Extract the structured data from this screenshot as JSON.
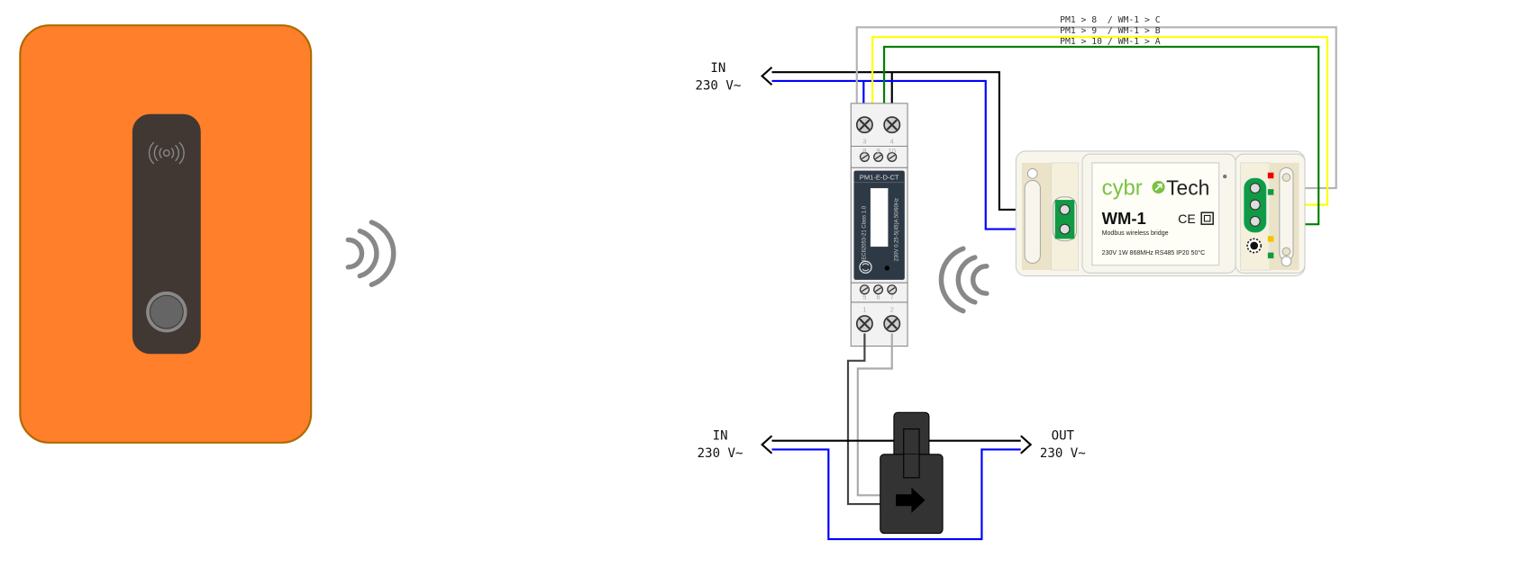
{
  "supply_in_top": {
    "line1": "IN",
    "line2": "230 V~"
  },
  "supply_in_bottom": {
    "line1": "IN",
    "line2": "230 V~"
  },
  "supply_out": {
    "line1": "OUT",
    "line2": "230 V~"
  },
  "bus_labels": [
    "PM1 > 8  / WM-1 > C",
    "PM1 > 9  / WM-1 > B",
    "PM1 > 10 / WM-1 > A"
  ],
  "meter": {
    "model": "PM1-E-D-CT",
    "standard": "IEC62053-21 Class 1.0",
    "rating": "230V 0.25-5(45)A 50/60Hz",
    "terminals_top": [
      "3",
      "4"
    ],
    "terminals_signal": [
      "8",
      "9",
      "10"
    ],
    "terminals_aux": [
      "5",
      "6",
      "7"
    ],
    "terminals_bottom": [
      "1",
      "2"
    ]
  },
  "bridge": {
    "brand_a": "cybr",
    "brand_b": "Tech",
    "model": "WM-1",
    "ce_mark": "CE",
    "description": "Modbus wireless bridge",
    "specs": "230V 1W 868MHz RS485 IP20 50°C"
  },
  "colors": {
    "charger": "#FF7F2A",
    "wire_live": "#000000",
    "wire_neutral": "#0000FF",
    "wire_c": "#B3B3B3",
    "wire_b": "#FFFF00",
    "wire_a": "#008000"
  }
}
